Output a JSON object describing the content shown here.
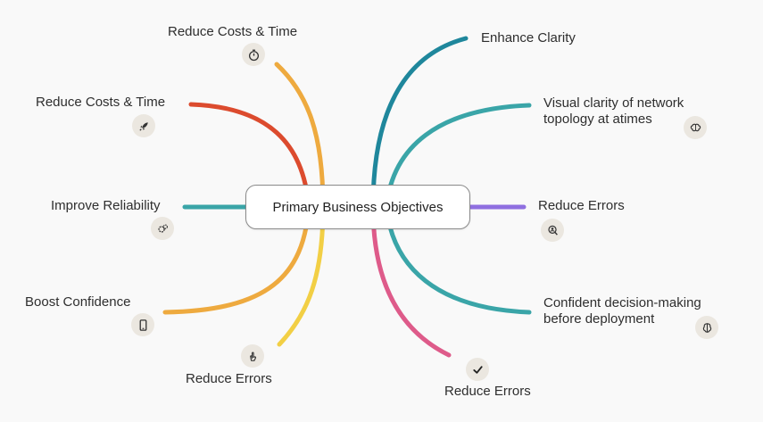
{
  "center": {
    "label": "Primary Business Objectives"
  },
  "branches": [
    {
      "id": "b1",
      "label": "Reduce Costs & Time",
      "icon": "stopwatch-icon",
      "color": "#eeaa3f"
    },
    {
      "id": "b2",
      "label": "Reduce Costs & Time",
      "icon": "rocket-icon",
      "color": "#dc4b2e"
    },
    {
      "id": "b3",
      "label": "Improve Reliability",
      "icon": "gears-icon",
      "color": "#3aa5a8"
    },
    {
      "id": "b4",
      "label": "Boost Confidence",
      "icon": "phone-icon",
      "color": "#eeaa3f"
    },
    {
      "id": "b5",
      "label": "Reduce Errors",
      "icon": "hand-icon",
      "color": "#f2cf45"
    },
    {
      "id": "b6",
      "label": "Enhance Clarity",
      "icon": "",
      "color": "#1f879c"
    },
    {
      "id": "b7",
      "label": "Visual clarity of network topology at atimes",
      "icon": "brain-icon",
      "color": "#3aa5a8"
    },
    {
      "id": "b8",
      "label": "Reduce Errors",
      "icon": "person-search-icon",
      "color": "#8f6fe0"
    },
    {
      "id": "b9",
      "label": "Confident decision-making before deployment",
      "icon": "brain-side-icon",
      "color": "#3aa5a8"
    },
    {
      "id": "b10",
      "label": "Reduce Errors",
      "icon": "checkmark-icon",
      "color": "#de5b8a"
    }
  ]
}
